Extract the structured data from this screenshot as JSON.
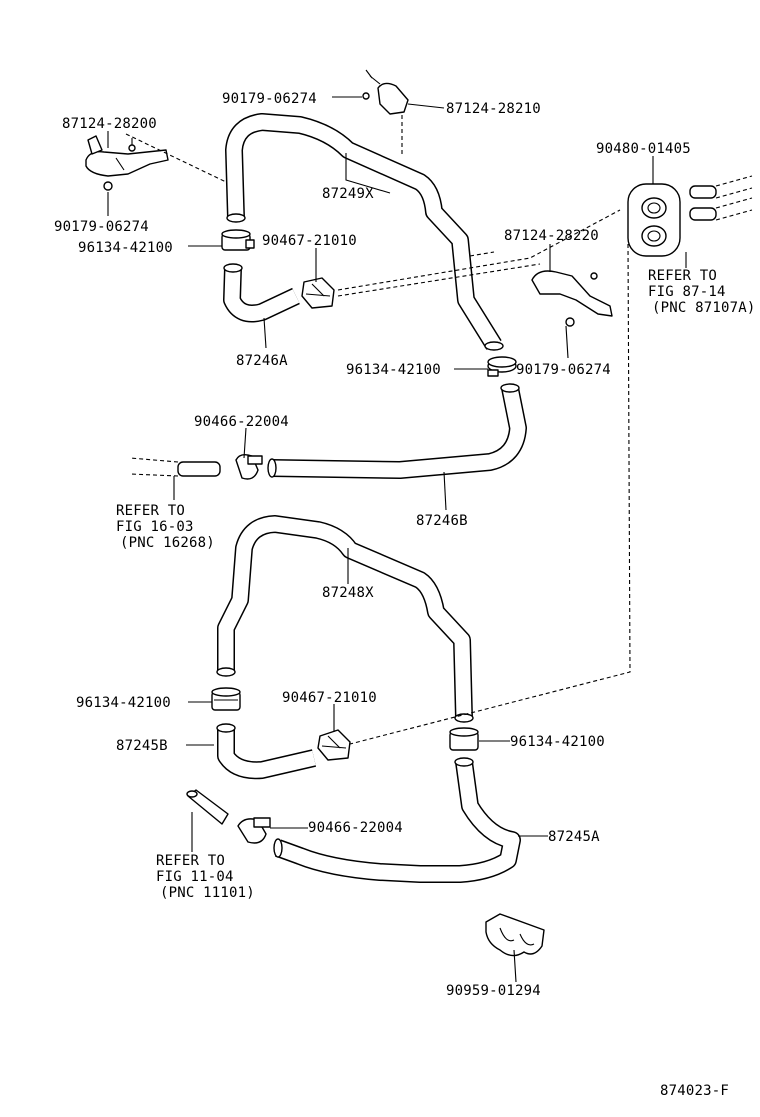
{
  "diagram": {
    "figure_code": "874023-F",
    "callouts": [
      {
        "id": "c1",
        "text": "90179-06274"
      },
      {
        "id": "c2",
        "text": "87124-28210"
      },
      {
        "id": "c3",
        "text": "87124-28200"
      },
      {
        "id": "c4",
        "text": "90480-01405"
      },
      {
        "id": "c5",
        "text": "87249X"
      },
      {
        "id": "c6",
        "text": "90179-06274"
      },
      {
        "id": "c7",
        "text": "96134-42100"
      },
      {
        "id": "c8",
        "text": "90467-21010"
      },
      {
        "id": "c9",
        "text": "87124-28220"
      },
      {
        "id": "c10",
        "text": "87246A"
      },
      {
        "id": "c11",
        "text": "96134-42100"
      },
      {
        "id": "c12",
        "text": "90179-06274"
      },
      {
        "id": "c13",
        "text": "90466-22004"
      },
      {
        "id": "c14",
        "text": "87246B"
      },
      {
        "id": "c15",
        "text": "87248X"
      },
      {
        "id": "c16",
        "text": "96134-42100"
      },
      {
        "id": "c17",
        "text": "90467-21010"
      },
      {
        "id": "c18",
        "text": "87245B"
      },
      {
        "id": "c19",
        "text": "96134-42100"
      },
      {
        "id": "c20",
        "text": "90466-22004"
      },
      {
        "id": "c21",
        "text": "87245A"
      },
      {
        "id": "c22",
        "text": "90959-01294"
      }
    ],
    "references": [
      {
        "id": "r1",
        "lines": [
          "REFER TO",
          "FIG 87-14",
          "(PNC 87107A)"
        ]
      },
      {
        "id": "r2",
        "lines": [
          "REFER TO",
          "FIG 16-03",
          "(PNC 16268)"
        ]
      },
      {
        "id": "r3",
        "lines": [
          "REFER TO",
          "FIG 11-04",
          "(PNC 11101)"
        ]
      }
    ]
  }
}
